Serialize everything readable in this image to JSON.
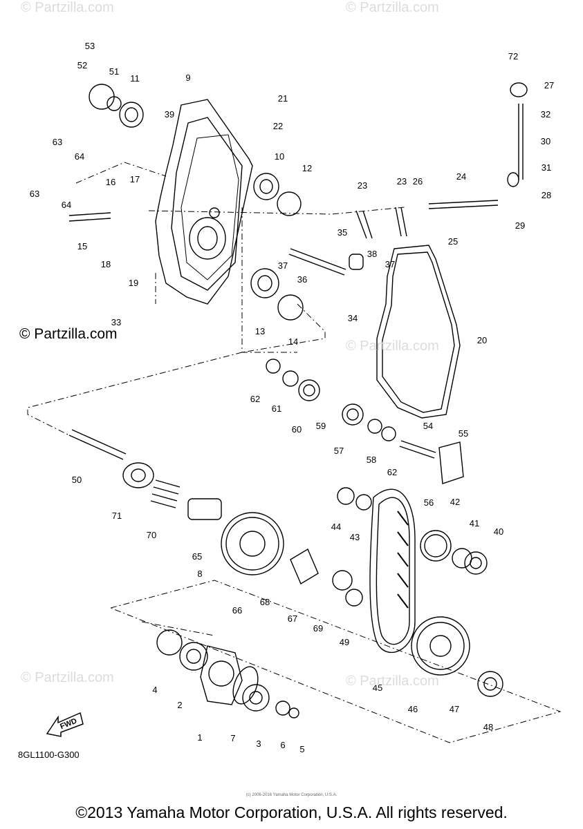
{
  "diagram_code": "8GL1100-G300",
  "partzilla_credit": "© Partzilla.com",
  "watermark_text": "© Partzilla.com",
  "fwd_label": "FWD",
  "tiny_copyright": "(c) 2006-2016 Yamaha Motor Corporation, U.S.A.",
  "copyright": "©2013 Yamaha Motor Corporation, U.S.A. All rights reserved.",
  "callouts": [
    "1",
    "2",
    "3",
    "4",
    "5",
    "6",
    "7",
    "8",
    "9",
    "10",
    "11",
    "12",
    "13",
    "14",
    "15",
    "16",
    "17",
    "18",
    "19",
    "20",
    "21",
    "22",
    "23",
    "23",
    "24",
    "25",
    "26",
    "27",
    "28",
    "29",
    "30",
    "31",
    "32",
    "33",
    "34",
    "35",
    "36",
    "37",
    "37",
    "38",
    "39",
    "40",
    "41",
    "42",
    "43",
    "44",
    "45",
    "46",
    "47",
    "48",
    "49",
    "50",
    "51",
    "52",
    "53",
    "54",
    "55",
    "56",
    "57",
    "58",
    "59",
    "60",
    "61",
    "62",
    "62",
    "63",
    "63",
    "64",
    "64",
    "65",
    "66",
    "67",
    "68",
    "69",
    "70",
    "71",
    "72"
  ]
}
